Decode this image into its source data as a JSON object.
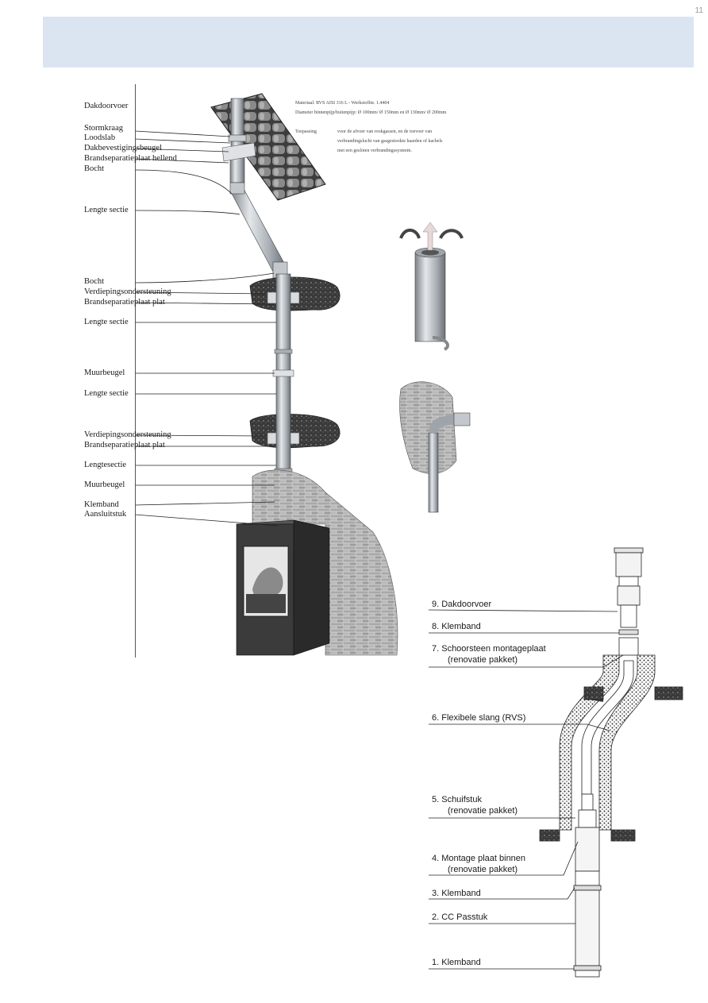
{
  "page": {
    "number": "11"
  },
  "spec": {
    "line1": "Materiaal: RVS AISI 316 L - Werkstoffnr. 1.4404",
    "line2": "Diameter binnenpijp/buitenpijp: Ø 100mm/ Ø 150mm en Ø 130mm/ Ø 200mm",
    "toepassing_label": "Toepassing",
    "toepassing_lines": [
      "voor de afvoer van rookgassen, en de toevoer van",
      "verbrandingslucht van gasgestookte haarden of kachels",
      "met een gesloten verbrandingssysteem."
    ]
  },
  "left_labels": [
    "Dakdoorvoer",
    "Stormkraag",
    "Loodslab",
    "Dakbevestigingsbeugel",
    "Brandseparatieplaat hellend",
    "Bocht",
    "Lengte sectie",
    "Bocht",
    "Verdiepingsondersteuning",
    "Brandseparatieplaat plat",
    "Lengte sectie",
    "Muurbeugel",
    "Lengte sectie",
    "Verdiepingsondersteuning",
    "Brandseparatieplaat plat",
    "Lengtesectie",
    "Muurbeugel",
    "Klemband",
    "Aansluitstuk"
  ],
  "right_labels": [
    {
      "line1": "9.  Dakdoorvoer",
      "line2": ""
    },
    {
      "line1": "8.  Klemband",
      "line2": ""
    },
    {
      "line1": "7.  Schoorsteen montageplaat",
      "line2": "(renovatie pakket)"
    },
    {
      "line1": "6.  Flexibele slang (RVS)",
      "line2": ""
    },
    {
      "line1": "5.  Schuifstuk",
      "line2": "(renovatie pakket)"
    },
    {
      "line1": "4.  Montage plaat binnen",
      "line2": "(renovatie pakket)"
    },
    {
      "line1": "3.  Klemband",
      "line2": ""
    },
    {
      "line1": "2.  CC Passtuk",
      "line2": ""
    },
    {
      "line1": "1.  Klemband",
      "line2": ""
    }
  ],
  "colors": {
    "header_band": "#dbe5f1",
    "tile": "#6f6f6f",
    "steel": "#b9bec4",
    "stone": "#bfbfbf",
    "stove": "#3b3b3b",
    "floor_slab": "#4a4a4a"
  }
}
